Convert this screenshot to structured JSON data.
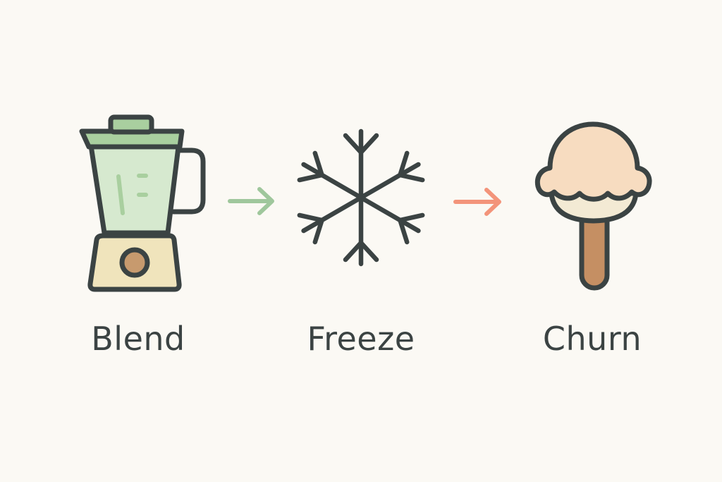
{
  "steps": [
    {
      "label": "Blend",
      "icon": "blender-icon"
    },
    {
      "label": "Freeze",
      "icon": "snowflake-icon"
    },
    {
      "label": "Churn",
      "icon": "ice-cream-icon"
    }
  ],
  "connectors": [
    {
      "icon": "arrow-right-icon",
      "color": "#9fc79c"
    },
    {
      "icon": "arrow-right-icon",
      "color": "#f3947a"
    }
  ],
  "colors": {
    "background": "#fbf9f4",
    "outline": "#3b4343",
    "blender_jar": "#d6e9cf",
    "blender_lid": "#a9cf9f",
    "blender_base": "#f0e4bc",
    "blender_knob": "#c79a6e",
    "ice_cream_scoop": "#f7dcc0",
    "ice_cream_cone": "#f3ead4",
    "ice_cream_stick": "#c58f63"
  }
}
